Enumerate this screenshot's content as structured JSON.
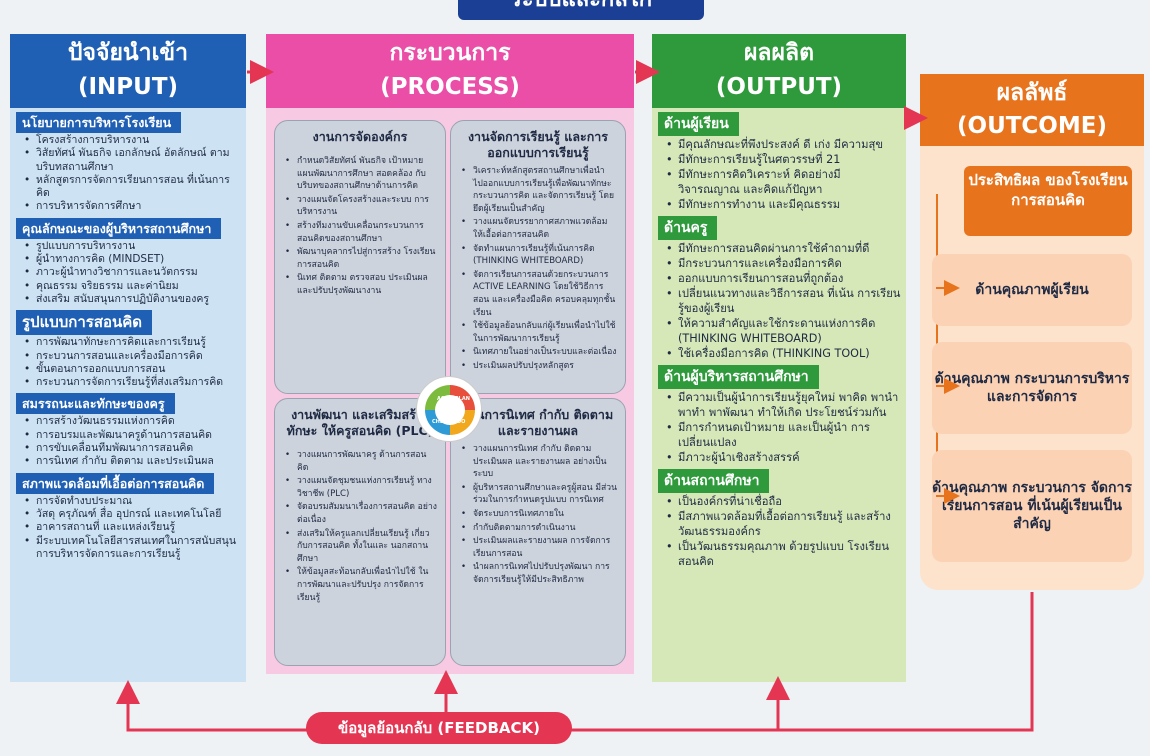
{
  "title": "ระบบและกลไก",
  "input": {
    "header_th": "ปัจจัยนำเข้า",
    "header_en": "(INPUT)",
    "sections": [
      {
        "title": "นโยบายการบริหารโรงเรียน",
        "items": [
          "โครงสร้างการบริหารงาน",
          "วิสัยทัศน์ พันธกิจ เอกลักษณ์ อัตลักษณ์ ตามบริบทสถานศึกษา",
          "หลักสูตรการจัดการเรียนการสอน ที่เน้นการคิด",
          "การบริหารจัดการศึกษา"
        ]
      },
      {
        "title": "คุณลักษณะของผู้บริหารสถานศึกษา",
        "items": [
          "รูปแบบการบริหารงาน",
          "ผู้นำทางการคิด (MINDSET)",
          "ภาวะผู้นำทางวิชาการและนวัตกรรม",
          "คุณธรรม จริยธรรม และค่านิยม",
          "ส่งเสริม สนับสนุนการปฏิบัติงานของครู"
        ]
      },
      {
        "title": "รูปแบบการสอนคิด",
        "items": [
          "การพัฒนาทักษะการคิดและการเรียนรู้",
          "กระบวนการสอนและเครื่องมือการคิด",
          "ขั้นตอนการออกแบบการสอน",
          "กระบวนการจัดการเรียนรู้ที่ส่งเสริมการคิด"
        ]
      },
      {
        "title": "สมรรถนะและทักษะของครู",
        "items": [
          "การสร้างวัฒนธรรมแห่งการคิด",
          "การอบรมและพัฒนาครูด้านการสอนคิด",
          "การขับเคลื่อนทีมพัฒนาการสอนคิด",
          "การนิเทศ กำกับ ติดตาม และประเมินผล"
        ]
      },
      {
        "title": "สภาพแวดล้อมที่เอื้อต่อการสอนคิด",
        "items": [
          "การจัดทำงบประมาณ",
          "วัสดุ ครุภัณฑ์ สื่อ อุปกรณ์ และเทคโนโลยี",
          "อาคารสถานที่ และแหล่งเรียนรู้",
          "มีระบบเทคโนโลยีสารสนเทศในการสนับสนุน การบริหารจัดการและการเรียนรู้"
        ]
      }
    ]
  },
  "process": {
    "header_th": "กระบวนการ",
    "header_en": "(PROCESS)",
    "boxes": [
      {
        "title": "งานการจัดองค์กร",
        "items": [
          "กำหนดวิสัยทัศน์ พันธกิจ เป้าหมาย แผนพัฒนาการศึกษา สอดคล้อง กับบริบทของสถานศึกษาด้านการคิด",
          "วางแผนจัดโครงสร้างและระบบ การบริหารงาน",
          "สร้างทีมงานขับเคลื่อนกระบวนการ สอนคิดของสถานศึกษา",
          "พัฒนาบุคลากรไปสู่การสร้าง โรงเรียนการสอนคิด",
          "นิเทศ ติดตาม ตรวจสอบ ประเมินผล และปรับปรุงพัฒนางาน"
        ]
      },
      {
        "title": "งานจัดการเรียนรู้ และการออกแบบการเรียนรู้",
        "items": [
          "วิเคราะห์หลักสูตรสถานศึกษาเพื่อนำ ไปออกแบบการเรียนรู้เพื่อพัฒนาทักษะ กระบวนการคิด และจัดการเรียนรู้ โดยยึดผู้เรียนเป็นสำคัญ",
          "วางแผนจัดบรรยากาศสภาพแวดล้อม ให้เอื้อต่อการสอนคิด",
          "จัดทำแผนการเรียนรู้ที่เน้นการคิด (THINKING WHITEBOARD)",
          "จัดการเรียนการสอนด้วยกระบวนการ ACTIVE LEARNING โดยใช้วิธีการสอน และเครื่องมือคิด ครอบคลุมทุกชั้นเรียน",
          "ใช้ข้อมูลย้อนกลับแก่ผู้เรียนเพื่อนำไปใช้ ในการพัฒนาการเรียนรู้",
          "นิเทศภายในอย่างเป็นระบบและต่อเนื่อง",
          "ประเมินผลปรับปรุงหลักสูตร"
        ]
      },
      {
        "title": "งานพัฒนา และเสริมสร้างทักษะ ให้ครูสอนคิด (PLC)",
        "items": [
          "วางแผนการพัฒนาครู ด้านการสอนคิด",
          "วางแผนจัดชุมชนแห่งการเรียนรู้ ทางวิชาชีพ (PLC)",
          "จัดอบรมสัมมนาเรื่องการสอนคิด อย่างต่อเนื่อง",
          "ส่งเสริมให้ครูแลกเปลี่ยนเรียนรู้ เกี่ยวกับการสอนคิด ทั้งในและ นอกสถานศึกษา",
          "ให้ข้อมูลสะท้อนกลับเพื่อนำไปใช้ ในการพัฒนาและปรับปรุง การจัดการเรียนรู้"
        ]
      },
      {
        "title": "งานการนิเทศ กำกับ ติดตาม และรายงานผล",
        "items": [
          "วางแผนการนิเทศ กำกับ ติดตาม ประเมินผล และรายงานผล อย่างเป็นระบบ",
          "ผู้บริหารสถานศึกษาและครูผู้สอน มีส่วนร่วมในการกำหนดรูปแบบ การนิเทศ",
          "จัดระบบการนิเทศภายใน",
          "กำกับติดตามการดำเนินงาน",
          "ประเมินผลและรายงานผล การจัดการเรียนการสอน",
          "นำผลการนิเทศไปปรับปรุงพัฒนา การจัดการเรียนรู้ให้มีประสิทธิภาพ"
        ]
      }
    ],
    "pdca": [
      "ACT",
      "PLAN",
      "DO",
      "CHECK"
    ]
  },
  "output": {
    "header_th": "ผลผลิต",
    "header_en": "(OUTPUT)",
    "sections": [
      {
        "title": "ด้านผู้เรียน",
        "items": [
          "มีคุณลักษณะที่พึงประสงค์ ดี เก่ง มีความสุข",
          "มีทักษะการเรียนรู้ในศตวรรษที่ 21",
          "มีทักษะการคิดวิเคราะห์ คิดอย่างมี วิจารณญาณ และคิดแก้ปัญหา",
          "มีทักษะการทำงาน และมีคุณธรรม"
        ]
      },
      {
        "title": "ด้านครู",
        "items": [
          "มีทักษะการสอนคิดผ่านการใช้คำถามที่ดี",
          "มีกระบวนการและเครื่องมือการคิด",
          "ออกแบบการเรียนการสอนที่ถูกต้อง",
          "เปลี่ยนแนวทางและวิธีการสอน ที่เน้น การเรียนรู้ของผู้เรียน",
          "ให้ความสำคัญและใช้กระดานแห่งการคิด (THINKING WHITEBOARD)",
          "ใช้เครื่องมือการคิด (THINKING TOOL)"
        ]
      },
      {
        "title": "ด้านผู้บริหารสถานศึกษา",
        "items": [
          "มีความเป็นผู้นำการเรียนรู้ยุคใหม่ พาคิด พานำ พาทำ พาพัฒนา ทำให้เกิด ประโยชน์ร่วมกัน",
          "มีการกำหนดเป้าหมาย และเป็นผู้นำ การเปลี่ยนแปลง",
          "มีภาวะผู้นำเชิงสร้างสรรค์"
        ]
      },
      {
        "title": "ด้านสถานศึกษา",
        "items": [
          "เป็นองค์กรที่น่าเชื่อถือ",
          "มีสภาพแวดล้อมที่เอื้อต่อการเรียนรู้ และสร้างวัฒนธรรมองค์กร",
          "เป็นวัฒนธรรมคุณภาพ ด้วยรูปแบบ โรงเรียนสอนคิด"
        ]
      }
    ]
  },
  "outcome": {
    "header_th": "ผลลัพธ์",
    "header_en": "(OUTCOME)",
    "main": "ประสิทธิผล ของโรงเรียน การสอนคิด",
    "boxes": [
      "ด้านคุณภาพผู้เรียน",
      "ด้านคุณภาพ กระบวนการบริหาร และการจัดการ",
      "ด้านคุณภาพ กระบวนการ จัดการเรียนการสอน ที่เน้นผู้เรียนเป็นสำคัญ"
    ]
  },
  "feedback": "ข้อมูลย้อนกลับ (FEEDBACK)",
  "colors": {
    "input": "#1f5fb4",
    "process": "#ea4ea7",
    "output": "#2e9a3b",
    "outcome": "#e8731d",
    "arrow": "#e43553"
  }
}
